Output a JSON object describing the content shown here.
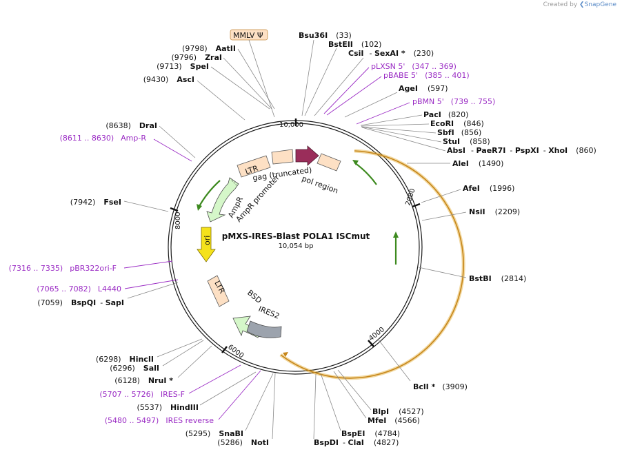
{
  "header": {
    "credit_prefix": "Created by",
    "credit_brand": "SnapGene"
  },
  "plasmid": {
    "name": "pMXS-IRES-Blast POLA1 ISCmut",
    "length": "10,054 bp"
  },
  "tick_labels": [
    "10,000",
    "2000",
    "4000",
    "6000",
    "8000"
  ],
  "features": {
    "ltr_top": "LTR",
    "gag": "gag (truncated)",
    "pol": "pol region",
    "ampr": "AmpR",
    "ampr_promoter": "AmpR promoter",
    "ori": "ori",
    "ltr_bottom": "LTR",
    "bsd": "BSD",
    "ires2": "IRES2",
    "mmlv": "MMLV Ψ"
  },
  "sites": [
    {
      "name": "Bsu36I",
      "pos": "(33)"
    },
    {
      "name": "BstEII",
      "pos": "(102)"
    },
    {
      "name": "CsiI",
      "extra": "SexAI *",
      "pos": "(230)"
    },
    {
      "name": "pLXSN 5'",
      "pos": "(347 .. 369)",
      "primer": true
    },
    {
      "name": "pBABE 5'",
      "pos": "(385 .. 401)",
      "primer": true
    },
    {
      "name": "AgeI",
      "pos": "(597)"
    },
    {
      "name": "pBMN 5'",
      "pos": "(739 .. 755)",
      "primer": true
    },
    {
      "name": "PacI",
      "pos": "(820)"
    },
    {
      "name": "EcoRI",
      "pos": "(846)"
    },
    {
      "name": "SbfI",
      "pos": "(856)"
    },
    {
      "name": "StuI",
      "pos": "(858)"
    },
    {
      "name": "AbsI",
      "extra": "PaeR7I",
      "extra2": "PspXI",
      "extra3": "XhoI",
      "pos": "(860)"
    },
    {
      "name": "AleI",
      "pos": "(1490)"
    },
    {
      "name": "AfeI",
      "pos": "(1996)"
    },
    {
      "name": "NsiI",
      "pos": "(2209)"
    },
    {
      "name": "BstBI",
      "pos": "(2814)"
    },
    {
      "name": "BclI *",
      "pos": "(3909)"
    },
    {
      "name": "BlpI",
      "pos": "(4527)"
    },
    {
      "name": "MfeI",
      "pos": "(4566)"
    },
    {
      "name": "BspEI",
      "pos": "(4784)"
    },
    {
      "name": "BspDI",
      "extra": "ClaI",
      "pos": "(4827)"
    },
    {
      "name": "NotI",
      "pos": "(5286)"
    },
    {
      "name": "SnaBI",
      "pos": "(5295)"
    },
    {
      "name": "IRES reverse",
      "pos": "(5480 .. 5497)",
      "primer": true
    },
    {
      "name": "HindIII",
      "pos": "(5537)"
    },
    {
      "name": "IRES-F",
      "pos": "(5707 .. 5726)",
      "primer": true
    },
    {
      "name": "NruI *",
      "pos": "(6128)"
    },
    {
      "name": "SalI",
      "pos": "(6296)"
    },
    {
      "name": "HincII",
      "pos": "(6298)"
    },
    {
      "name": "BspQI",
      "extra": "SapI",
      "pos": "(7059)"
    },
    {
      "name": "L4440",
      "pos": "(7065 .. 7082)",
      "primer": true
    },
    {
      "name": "pBR322ori-F",
      "pos": "(7316 .. 7335)",
      "primer": true
    },
    {
      "name": "FseI",
      "pos": "(7942)"
    },
    {
      "name": "Amp-R",
      "pos": "(8611 .. 8630)",
      "primer": true
    },
    {
      "name": "DraI",
      "pos": "(8638)"
    },
    {
      "name": "AscI",
      "pos": "(9430)"
    },
    {
      "name": "SpeI",
      "pos": "(9713)"
    },
    {
      "name": "ZraI",
      "pos": "(9796)"
    },
    {
      "name": "AatII",
      "pos": "(9798)"
    }
  ],
  "colors": {
    "backbone": "#1a1a1a",
    "primer": "#9a2bc4",
    "feature_fill": "#fde0c4",
    "ampr_fill": "#d5f7c9",
    "ori_fill": "#f5e21b",
    "bsd_fill": "#d5f7c9",
    "ires_fill": "#9ca3ad",
    "orf_line": "#e3a92b",
    "orf_arrow": "#3d8a1f",
    "insert_fill": "#9a2d5a"
  }
}
